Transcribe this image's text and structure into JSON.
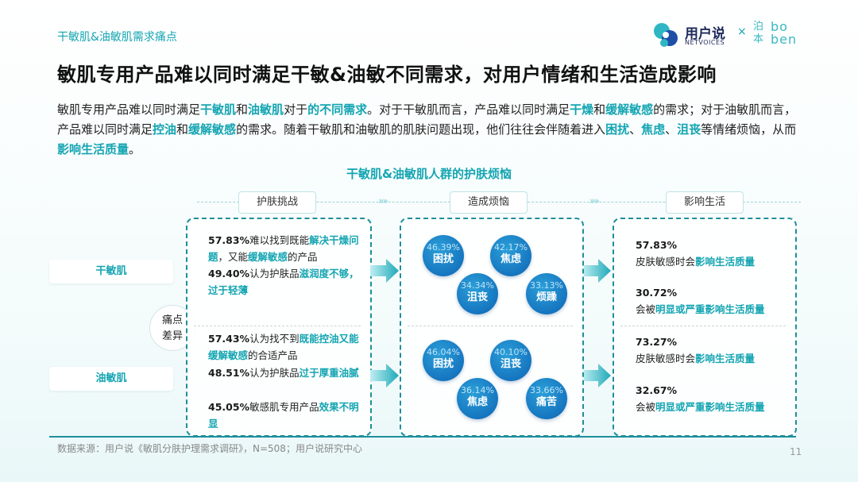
{
  "header": {
    "section_tag": "干敏肌&油敏肌需求痛点",
    "title": "敏肌专用产品难以同时满足干敏&油敏不同需求，对用户情绪和生活造成影响"
  },
  "logo": {
    "brand_name": "用户说",
    "brand_sub": "NETVOICES",
    "separator": "×",
    "partner_cn": "泊本",
    "partner_en": "bo ben"
  },
  "intro": {
    "p1": "敏肌专用产品难以同时满足",
    "h1": "干敏肌",
    "p2": "和",
    "h2": "油敏肌",
    "p3": "对于",
    "h3": "的不同需求",
    "p4": "。对于干敏肌而言，产品难以同时满足",
    "h4": "干燥",
    "p5": "和",
    "h5": "缓解敏感",
    "p6": "的需求；对于油敏肌而言，产品难以同时满足",
    "h6": "控油",
    "p7": "和",
    "h7": "缓解敏感",
    "p8": "的需求。随着干敏肌和油敏肌的肌肤问题出现，他们往往会伴随着进入",
    "h8": "困扰",
    "p9": "、",
    "h9": "焦虑",
    "p10": "、",
    "h10": "沮丧",
    "p11": "等情绪烦恼，从而",
    "h11": "影响生活质量",
    "p12": "。"
  },
  "diagram": {
    "title": "干敏肌&油敏肌人群的护肤烦恼",
    "columns": [
      "护肤挑战",
      "造成烦恼",
      "影响生活"
    ],
    "diff_badge": [
      "痛点",
      "差异"
    ],
    "rows": [
      {
        "label": "干敏肌",
        "challenges": [
          {
            "pct": "57.83%",
            "t1": "难以找到既能",
            "h1": "解决干燥问题",
            "t2": "，又能",
            "h2": "缓解敏感",
            "t3": "的产品"
          },
          {
            "pct": "49.40%",
            "t1": "认为护肤品",
            "h1": "滋润度不够，过于轻薄",
            "t2": "",
            "h2": "",
            "t3": ""
          }
        ],
        "emotions": [
          {
            "pct": "46.39%",
            "label": "困扰"
          },
          {
            "pct": "42.17%",
            "label": "焦虑"
          },
          {
            "pct": "34.34%",
            "label": "沮丧"
          },
          {
            "pct": "33.13%",
            "label": "烦躁"
          }
        ],
        "impacts": [
          {
            "pct": "57.83%",
            "t1": "皮肤敏感时会",
            "h1": "影响生活质量"
          },
          {
            "pct": "30.72%",
            "t1": "会被",
            "h1": "明显或严重影响生活质量"
          }
        ]
      },
      {
        "label": "油敏肌",
        "challenges": [
          {
            "pct": "57.43%",
            "t1": "认为找不到",
            "h1": "既能控油又能缓解敏感",
            "t2": "的合适产品",
            "h2": "",
            "t3": ""
          },
          {
            "pct": "48.51%",
            "t1": "认为护肤品",
            "h1": "过于厚重油腻",
            "t2": "",
            "h2": "",
            "t3": ""
          },
          {
            "pct": "45.05%",
            "t1": "敏感肌专用产品",
            "h1": "效果不明显",
            "t2": "",
            "h2": "",
            "t3": ""
          }
        ],
        "emotions": [
          {
            "pct": "46.04%",
            "label": "困扰"
          },
          {
            "pct": "40.10%",
            "label": "沮丧"
          },
          {
            "pct": "36.14%",
            "label": "焦虑"
          },
          {
            "pct": "33.66%",
            "label": "痛苦"
          }
        ],
        "impacts": [
          {
            "pct": "73.27%",
            "t1": "皮肤敏感时会",
            "h1": "影响生活质量"
          },
          {
            "pct": "32.67%",
            "t1": "会被",
            "h1": "明显或严重影响生活质量"
          }
        ]
      }
    ]
  },
  "footer": {
    "source": "数据来源：用户说《敏肌分肤护理需求调研》，N=508；用户说研究中心",
    "page_number": "11"
  },
  "colors": {
    "accent": "#14a5b2",
    "box_border": "#1e8f9b",
    "bubble": "#1676c0",
    "brand_navy": "#1d2a5a"
  }
}
